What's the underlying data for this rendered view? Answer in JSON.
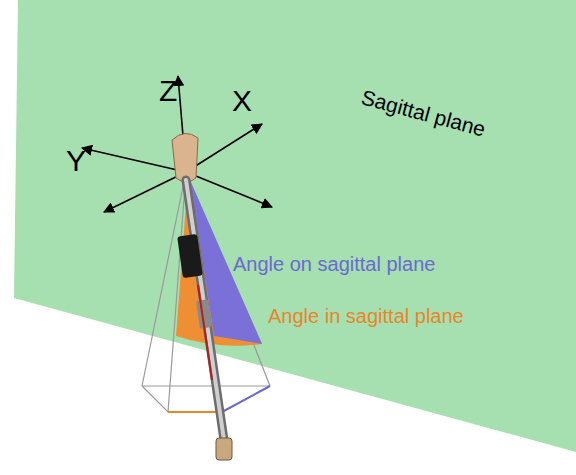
{
  "diagram": {
    "labels": [
      "Z",
      "X",
      "Y",
      "Sagittal plane",
      "Angle on sagittal plane",
      "Angle in sagittal plane"
    ]
  }
}
